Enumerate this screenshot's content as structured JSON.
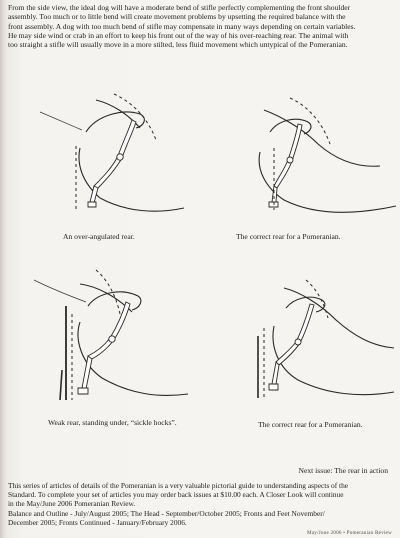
{
  "intro": {
    "lines": [
      "From the side view, the ideal dog will have a moderate bend of stifle perfectly complementing the front shoulder",
      "assembly.  Too much or to little bend will create movement problems by upsetting the required balance with the",
      "front assembly.  A dog with too much bend of stifle may compensate in many ways depending on certain variables.",
      "He may side wind or crab in an effort to keep his front out of the way of his over-reaching rear.  The animal with",
      "too straight a stifle will usually move in a more stilted, less fluid movement which untypical of the Pomeranian."
    ]
  },
  "figures": [
    {
      "caption": "An over-angulated rear."
    },
    {
      "caption": "The correct rear for a Pomeranian."
    },
    {
      "caption": "Weak rear, standing under,  “sickle hocks”."
    },
    {
      "caption": "The correct rear for a Pomeranian."
    }
  ],
  "next_issue": "Next issue:  The rear in action",
  "series": {
    "lines": [
      "This series of articles of details of the Pomeranian is a very valuable pictorial guide to understanding aspects of the",
      "Standard.  To complete your set of articles you may order back issues at $10.00 each.  A Closer Look will continue",
      "in the May/June 2006 Pomeranian Review."
    ]
  },
  "archive": {
    "lines": [
      "Balance and Outline - July/August 2005; The Head - September/October 2005; Fronts and Feet November/",
      "December 2005; Fronts Continued - January/February 2006."
    ]
  },
  "footer": "May/June 2006 • Pomeranian Review"
}
